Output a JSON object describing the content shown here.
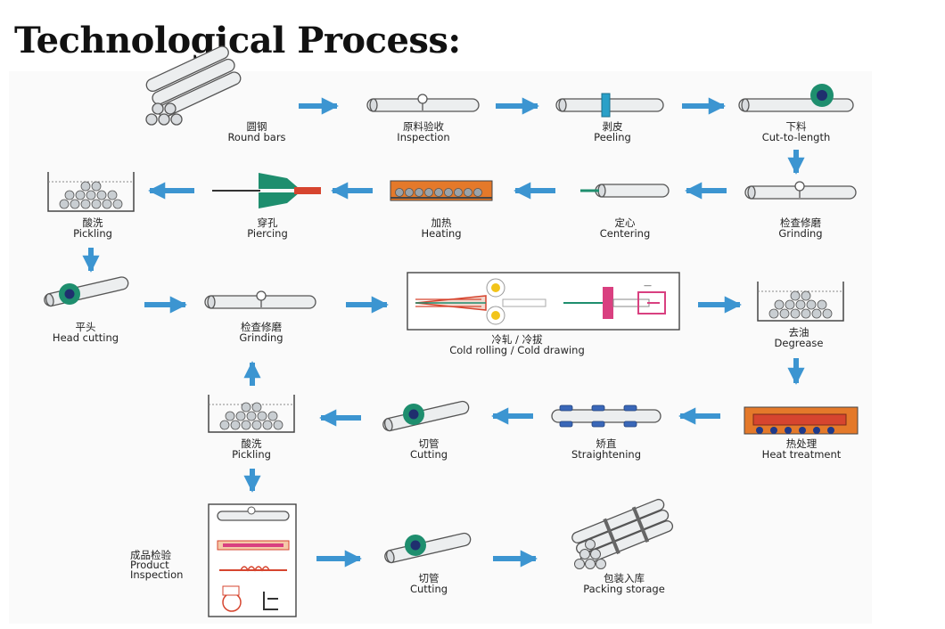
{
  "title": "Technological Process:",
  "steps": {
    "round_bars": {
      "cn": "圆钢",
      "en": "Round bars"
    },
    "inspection": {
      "cn": "原料验收",
      "en": "Inspection"
    },
    "peeling": {
      "cn": "剥皮",
      "en": "Peeling"
    },
    "cut_to_length": {
      "cn": "下料",
      "en": "Cut-to-length"
    },
    "grinding1": {
      "cn": "检查修磨",
      "en": "Grinding"
    },
    "centering": {
      "cn": "定心",
      "en": "Centering"
    },
    "heating": {
      "cn": "加热",
      "en": "Heating"
    },
    "piercing": {
      "cn": "穿孔",
      "en": "Piercing"
    },
    "pickling1": {
      "cn": "酸洗",
      "en": "Pickling"
    },
    "head_cutting": {
      "cn": "平头",
      "en": "Head cutting"
    },
    "grinding2": {
      "cn": "检查修磨",
      "en": "Grinding"
    },
    "cold_rolling": {
      "cn": "冷轧 / 冷拔",
      "en": "Cold rolling / Cold drawing"
    },
    "degrease": {
      "cn": "去油",
      "en": "Degrease"
    },
    "heat_treatment": {
      "cn": "热处理",
      "en": "Heat treatment"
    },
    "straightening": {
      "cn": "矫直",
      "en": "Straightening"
    },
    "cutting1": {
      "cn": "切管",
      "en": "Cutting"
    },
    "pickling2": {
      "cn": "酸洗",
      "en": "Pickling"
    },
    "product_inspection": {
      "cn": "成品检验",
      "en1": "Product",
      "en2": "Inspection"
    },
    "cutting2": {
      "cn": "切管",
      "en": "Cutting"
    },
    "packing": {
      "cn": "包装入库",
      "en": "Packing storage"
    }
  },
  "colors": {
    "arrow": "#3c95d1",
    "green": "#1e8e6e",
    "orange": "#e4792a",
    "red": "#d6452f",
    "blue_roller": "#3a67b8"
  }
}
